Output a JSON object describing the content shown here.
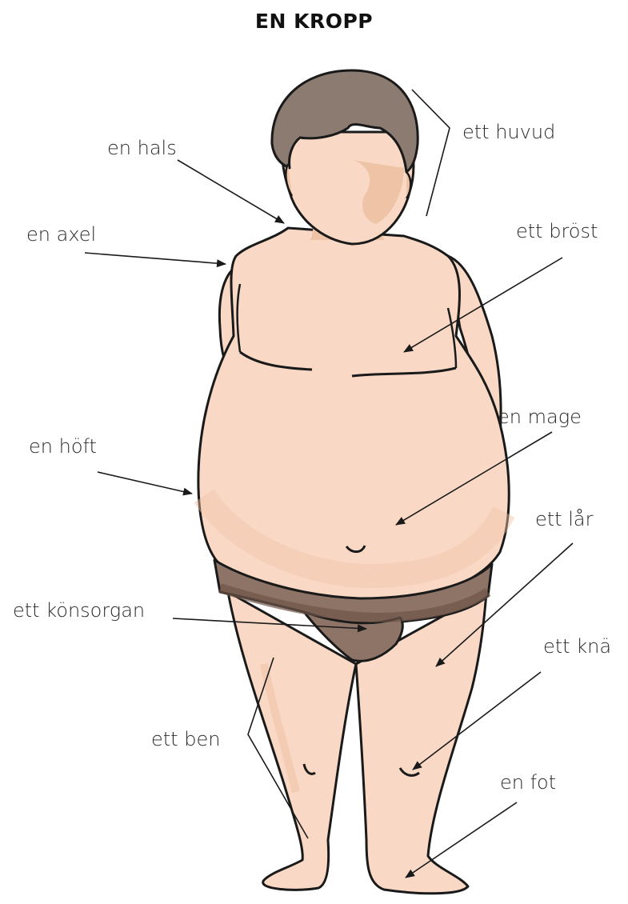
{
  "title": "EN KROPP",
  "labels": {
    "hals": "en hals",
    "huvud": "ett huvud",
    "axel": "en axel",
    "brost": "ett bröst",
    "mage": "en mage",
    "hoft": "en höft",
    "lar": "ett lår",
    "konsorgan": "ett könsorgan",
    "kna": "ett knä",
    "ben": "ett ben",
    "fot": "en fot"
  },
  "colors": {
    "skin": "#f9d9c5",
    "skin_shadow": "#efc3a6",
    "hair": "#8b7b70",
    "underwear": "#8d7467",
    "underwear_dark": "#6e5549",
    "outline": "#1a1a1a"
  }
}
